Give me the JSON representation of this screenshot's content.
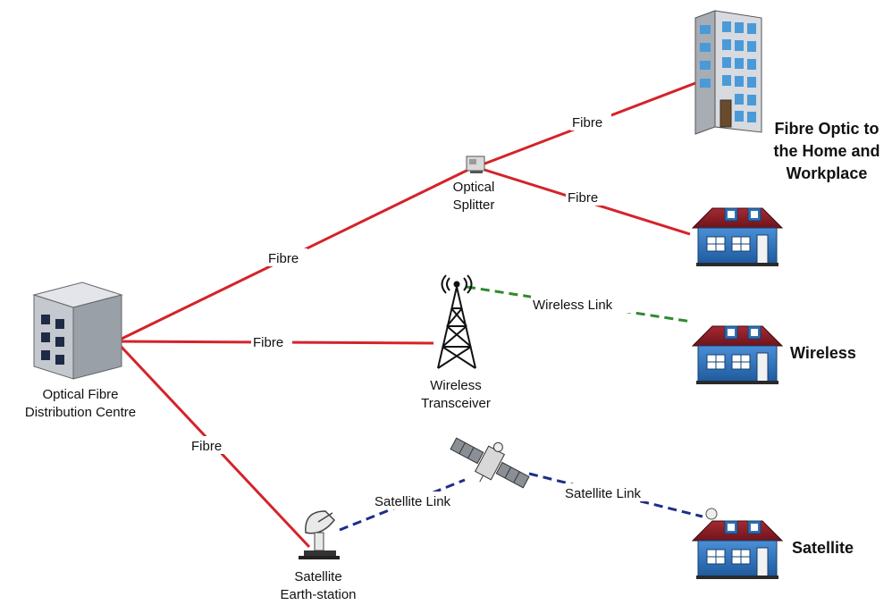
{
  "nodes": {
    "distribution_centre": [
      "Optical Fibre",
      "Distribution Centre"
    ],
    "optical_splitter": [
      "Optical",
      "Splitter"
    ],
    "wireless_transceiver": [
      "Wireless",
      "Transceiver"
    ],
    "earth_station": [
      "Satellite",
      "Earth-station"
    ]
  },
  "links": {
    "fibre_splitter": "Fibre",
    "fibre_transceiver": "Fibre",
    "fibre_earth_station": "Fibre",
    "fibre_building": "Fibre",
    "fibre_home": "Fibre",
    "wireless": "Wireless Link",
    "satellite_uplink": "Satellite Link",
    "satellite_downlink": "Satellite Link"
  },
  "destinations": {
    "fttx": [
      "Fibre Optic to",
      "the Home and",
      "Workplace"
    ],
    "wireless": "Wireless",
    "satellite": "Satellite"
  },
  "colors": {
    "fibre": "#d4232a",
    "wireless_link": "#2f8a2f",
    "satellite_link": "#1e2e86",
    "house_wall": "#2f6fb6",
    "house_roof": "#8a1c24"
  },
  "icons": [
    "distribution-centre-icon",
    "optical-splitter-icon",
    "wireless-tower-icon",
    "satellite-dish-icon",
    "satellite-icon",
    "office-building-icon",
    "house-icon"
  ]
}
